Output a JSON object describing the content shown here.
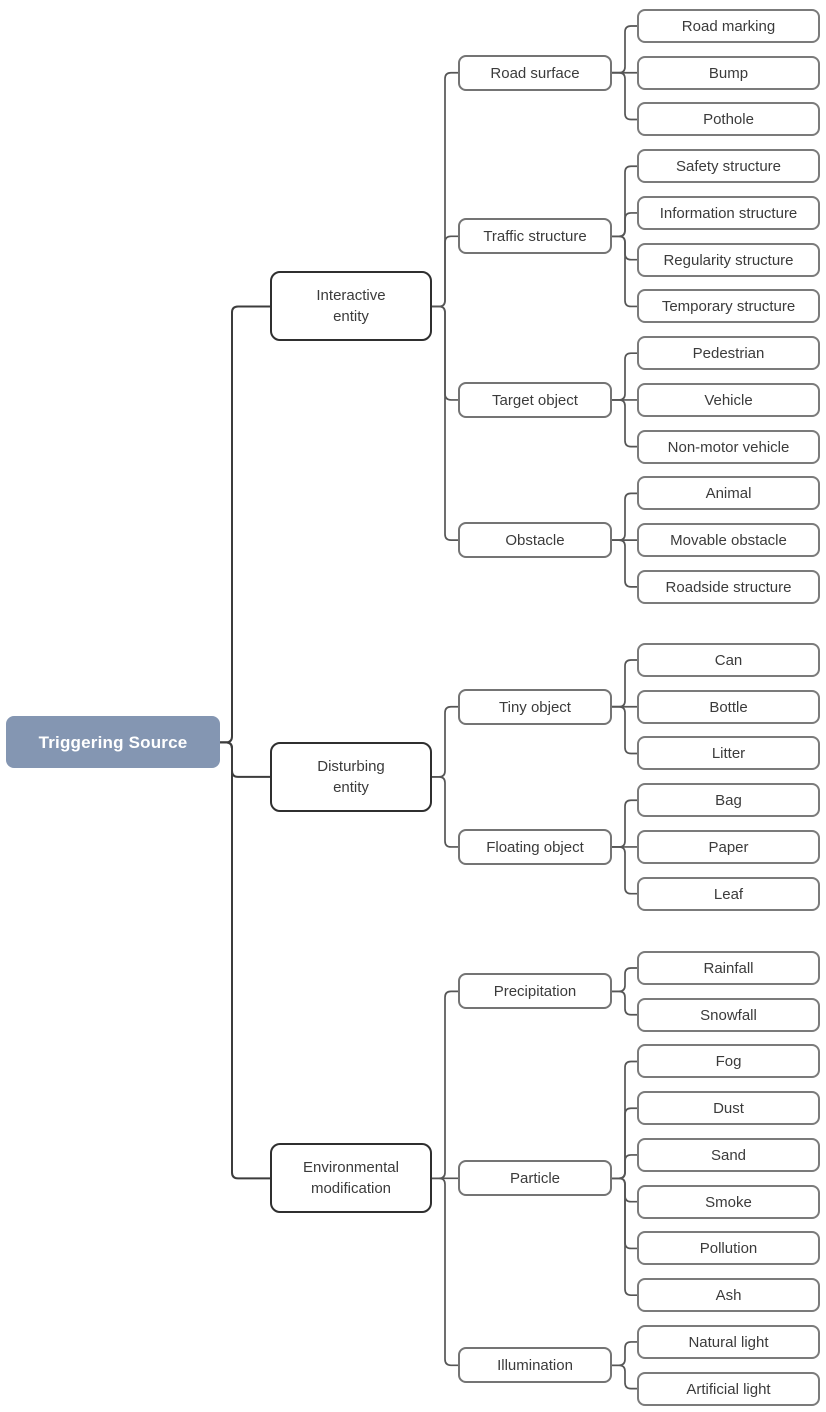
{
  "tree": {
    "label": "Triggering Source",
    "children": [
      {
        "label": "Interactive entity",
        "children": [
          {
            "label": "Road surface",
            "children": [
              {
                "label": "Road marking"
              },
              {
                "label": "Bump"
              },
              {
                "label": "Pothole"
              }
            ]
          },
          {
            "label": "Traffic structure",
            "children": [
              {
                "label": "Safety structure"
              },
              {
                "label": "Information structure"
              },
              {
                "label": "Regularity structure"
              },
              {
                "label": "Temporary structure"
              }
            ]
          },
          {
            "label": "Target object",
            "children": [
              {
                "label": "Pedestrian"
              },
              {
                "label": "Vehicle"
              },
              {
                "label": "Non-motor vehicle"
              }
            ]
          },
          {
            "label": "Obstacle",
            "children": [
              {
                "label": "Animal"
              },
              {
                "label": "Movable obstacle"
              },
              {
                "label": "Roadside structure"
              }
            ]
          }
        ]
      },
      {
        "label": "Disturbing entity",
        "children": [
          {
            "label": "Tiny object",
            "children": [
              {
                "label": "Can"
              },
              {
                "label": "Bottle"
              },
              {
                "label": "Litter"
              }
            ]
          },
          {
            "label": "Floating object",
            "children": [
              {
                "label": "Bag"
              },
              {
                "label": "Paper"
              },
              {
                "label": "Leaf"
              }
            ]
          }
        ]
      },
      {
        "label": "Environmental modification",
        "children": [
          {
            "label": "Precipitation",
            "children": [
              {
                "label": "Rainfall"
              },
              {
                "label": "Snowfall"
              }
            ]
          },
          {
            "label": "Particle",
            "children": [
              {
                "label": "Fog"
              },
              {
                "label": "Dust"
              },
              {
                "label": "Sand"
              },
              {
                "label": "Smoke"
              },
              {
                "label": "Pollution"
              },
              {
                "label": "Ash"
              }
            ]
          },
          {
            "label": "Illumination",
            "children": [
              {
                "label": "Natural light"
              },
              {
                "label": "Artificial light"
              }
            ]
          }
        ]
      }
    ]
  },
  "colors": {
    "root_fill": "#8496B2",
    "root_text": "#ffffff",
    "node_text": "#3b3b3b",
    "level1_border": "#2f2f2f",
    "level2_border": "#747474",
    "leaf_border": "#7b7b7b",
    "connector_main": "#3c3c3c",
    "connector_branch": "#565656"
  }
}
